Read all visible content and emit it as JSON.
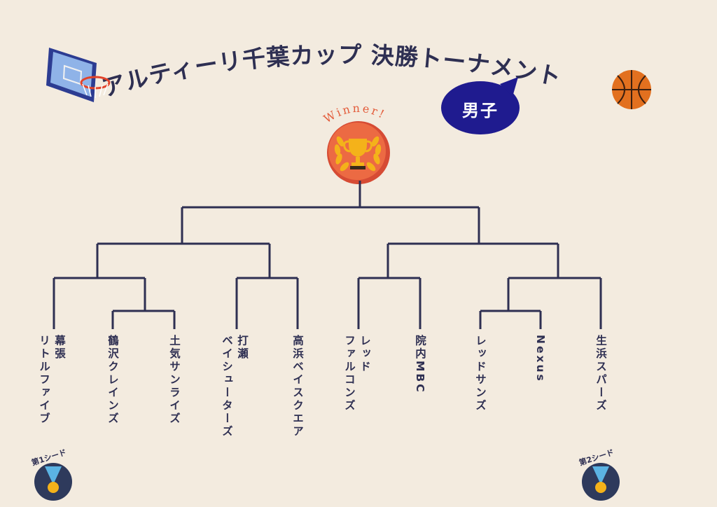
{
  "title": {
    "main": "アルティーリ千葉カップ",
    "sub": "決勝トーナメント",
    "category": "男子"
  },
  "winner_label": "Winner!",
  "teams": [
    {
      "id": "makuhari",
      "label": "幕張\nリトルファイブ"
    },
    {
      "id": "tsuru",
      "label": "鶴沢クレインズ"
    },
    {
      "id": "toki",
      "label": "土気サンライズ"
    },
    {
      "id": "utase",
      "label": "打瀬\nベイシューターズ"
    },
    {
      "id": "takahama",
      "label": "高浜ベイスクエア"
    },
    {
      "id": "red-falcons",
      "label": "レッド\nファルコンズ"
    },
    {
      "id": "innai",
      "label": "院内MBC"
    },
    {
      "id": "red-suns",
      "label": "レッドサンズ"
    },
    {
      "id": "nexus",
      "label": "Nexus"
    },
    {
      "id": "oihama",
      "label": "生浜スパーズ"
    }
  ],
  "seeds": {
    "first": "第1シード",
    "second": "第2シード"
  },
  "colors": {
    "background": "#f3ebdf",
    "ink": "#2e2f52",
    "bubble": "#1f1b8f",
    "trophy_outer": "#d64b34",
    "trophy_inner": "#ec6a43",
    "laurel": "#f4b21a",
    "basketball": "#e2701f",
    "medal": "#2e3a5c"
  },
  "icons": [
    "basketball-hoop-icon",
    "basketball-icon",
    "trophy-icon",
    "laurel-icon",
    "medal-icon"
  ]
}
